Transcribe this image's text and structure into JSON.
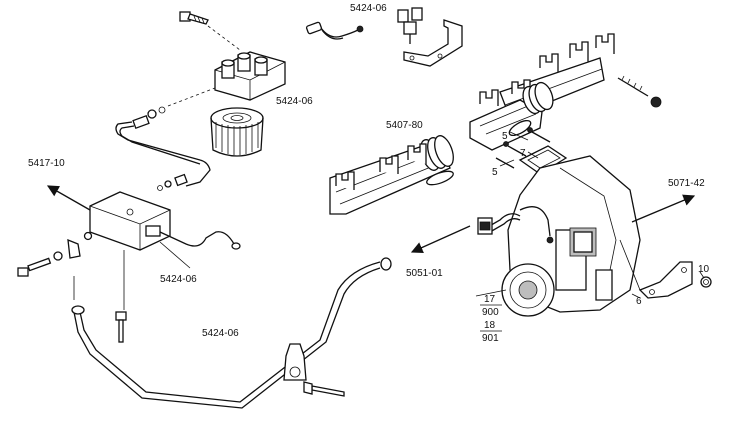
{
  "labels": {
    "ref_5424_06_top": "5424-06",
    "ref_5424_06_filter": "5424-06",
    "ref_5417_10": "5417-10",
    "ref_5424_06_block": "5424-06",
    "ref_5424_06_pipe": "5424-06",
    "ref_5407_80": "5407-80",
    "ref_5051_01": "5051-01",
    "ref_5071_42": "5071-42",
    "callout_5_a": "5",
    "callout_5_b": "5",
    "callout_7": "7",
    "callout_6": "6",
    "callout_10": "10",
    "part_17": "17",
    "part_900": "900",
    "part_18": "18",
    "part_901": "901"
  }
}
